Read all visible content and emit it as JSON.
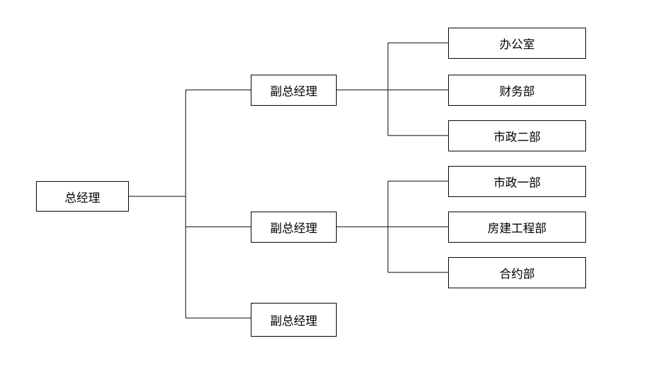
{
  "root": {
    "label": "总经理"
  },
  "deputies": [
    {
      "label": "副总经理",
      "departments": [
        {
          "label": "办公室"
        },
        {
          "label": "财务部"
        },
        {
          "label": "市政二部"
        }
      ]
    },
    {
      "label": "副总经理",
      "departments": [
        {
          "label": "市政一部"
        },
        {
          "label": "房建工程部"
        },
        {
          "label": "合约部"
        }
      ]
    },
    {
      "label": "副总经理",
      "departments": []
    }
  ],
  "colors": {
    "line": "#000000",
    "box_border": "#000000",
    "background": "#ffffff"
  }
}
